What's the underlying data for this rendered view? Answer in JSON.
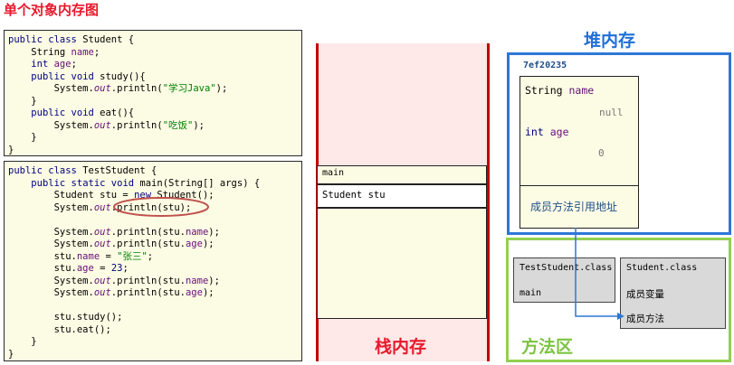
{
  "title": "单个对象内存图",
  "student_class_code": [
    [
      [
        "kw",
        "public class "
      ],
      [
        "plain",
        "Student {"
      ]
    ],
    [
      [
        "plain",
        "    String "
      ],
      [
        "field",
        "name"
      ],
      [
        "plain",
        ";"
      ]
    ],
    [
      [
        "plain",
        "    "
      ],
      [
        "kw",
        "int "
      ],
      [
        "field",
        "age"
      ],
      [
        "plain",
        ";"
      ]
    ],
    [
      [
        "plain",
        "    "
      ],
      [
        "kw",
        "public void "
      ],
      [
        "plain",
        "study(){"
      ]
    ],
    [
      [
        "plain",
        "        System."
      ],
      [
        "sys",
        "out"
      ],
      [
        "plain",
        ".println("
      ],
      [
        "str",
        "\"学习Java\""
      ],
      [
        "plain",
        ");"
      ]
    ],
    [
      [
        "plain",
        "    }"
      ]
    ],
    [
      [
        "plain",
        "    "
      ],
      [
        "kw",
        "public void "
      ],
      [
        "plain",
        "eat(){"
      ]
    ],
    [
      [
        "plain",
        "        System."
      ],
      [
        "sys",
        "out"
      ],
      [
        "plain",
        ".println("
      ],
      [
        "str",
        "\"吃饭\""
      ],
      [
        "plain",
        ");"
      ]
    ],
    [
      [
        "plain",
        "    }"
      ]
    ],
    [
      [
        "plain",
        "}"
      ]
    ]
  ],
  "teststudent_class_code": [
    [
      [
        "kw",
        "public class "
      ],
      [
        "plain",
        "TestStudent {"
      ]
    ],
    [
      [
        "plain",
        "    "
      ],
      [
        "kw",
        "public static void "
      ],
      [
        "plain",
        "main(String[] args) {"
      ]
    ],
    [
      [
        "plain",
        "        Student stu = "
      ],
      [
        "kw",
        "new "
      ],
      [
        "plain",
        "Student();"
      ]
    ],
    [
      [
        "plain",
        "        System."
      ],
      [
        "sys",
        "out"
      ],
      [
        "plain",
        ".println(stu);"
      ]
    ],
    [
      [
        "plain",
        ""
      ]
    ],
    [
      [
        "plain",
        "        System."
      ],
      [
        "sys",
        "out"
      ],
      [
        "plain",
        ".println(stu."
      ],
      [
        "field",
        "name"
      ],
      [
        "plain",
        ");"
      ]
    ],
    [
      [
        "plain",
        "        System."
      ],
      [
        "sys",
        "out"
      ],
      [
        "plain",
        ".println(stu."
      ],
      [
        "field",
        "age"
      ],
      [
        "plain",
        ");"
      ]
    ],
    [
      [
        "plain",
        "        stu."
      ],
      [
        "field",
        "name "
      ],
      [
        "plain",
        "= "
      ],
      [
        "str",
        "\"张三\""
      ],
      [
        "plain",
        ";"
      ]
    ],
    [
      [
        "plain",
        "        stu."
      ],
      [
        "field",
        "age "
      ],
      [
        "plain",
        "= "
      ],
      [
        "kw",
        "23"
      ],
      [
        "plain",
        ";"
      ]
    ],
    [
      [
        "plain",
        "        System."
      ],
      [
        "sys",
        "out"
      ],
      [
        "plain",
        ".println(stu."
      ],
      [
        "field",
        "name"
      ],
      [
        "plain",
        ");"
      ]
    ],
    [
      [
        "plain",
        "        System."
      ],
      [
        "sys",
        "out"
      ],
      [
        "plain",
        ".println(stu."
      ],
      [
        "field",
        "age"
      ],
      [
        "plain",
        ");"
      ]
    ],
    [
      [
        "plain",
        ""
      ]
    ],
    [
      [
        "plain",
        "        stu.study();"
      ]
    ],
    [
      [
        "plain",
        "        stu.eat();"
      ]
    ],
    [
      [
        "plain",
        "    }"
      ]
    ],
    [
      [
        "plain",
        "}"
      ]
    ]
  ],
  "stack": {
    "title": "栈内存",
    "frame_label": "main",
    "frame_variable": "Student stu"
  },
  "heap": {
    "title": "堆内存",
    "address": "7ef20235",
    "field_name_type": "String",
    "field_name": "name",
    "field_name_value": "null",
    "field_age_type": "int",
    "field_age": "age",
    "field_age_value": "0",
    "method_ref": "成员方法引用地址"
  },
  "method_area": {
    "title": "方法区",
    "teststudent_class": "TestStudent.class",
    "teststudent_member": "main",
    "student_class": "Student.class",
    "student_vars": "成员变量",
    "student_methods": "成员方法"
  },
  "colors": {
    "title_red": "#e8192c",
    "stack_border": "#c00000",
    "heap_blue": "#2e77d6",
    "method_green": "#92d050",
    "highlight_oval": "#c0504d"
  }
}
